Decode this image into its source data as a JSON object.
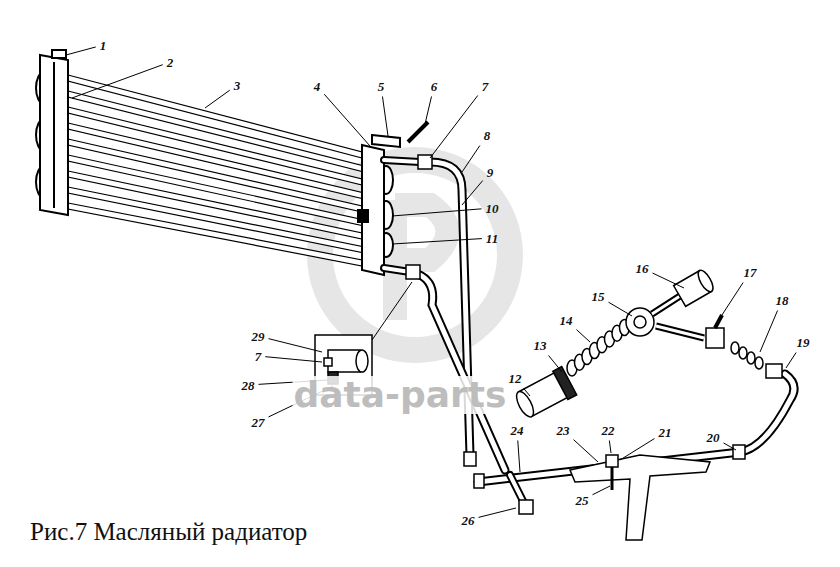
{
  "diagram": {
    "caption": "Рис.7 Масляный радиатор",
    "labels": [
      "1",
      "2",
      "3",
      "4",
      "5",
      "6",
      "7",
      "8",
      "9",
      "10",
      "11",
      "16",
      "17",
      "18",
      "19",
      "29",
      "15",
      "14",
      "13",
      "12",
      "7",
      "28",
      "27",
      "24",
      "23",
      "22",
      "21",
      "20",
      "26",
      "25",
      "data-parts"
    ]
  }
}
